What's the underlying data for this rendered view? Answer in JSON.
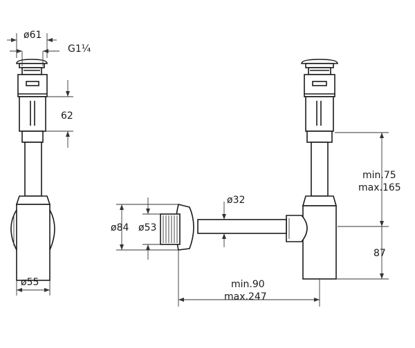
{
  "dimensions": {
    "side_top_diameter": "ø61",
    "thread": "G1¼",
    "height_upper": "62",
    "side_bottom_diameter": "ø55",
    "outlet_diameter": "ø32",
    "wall_flange_outer": "ø84",
    "wall_flange_inner": "ø53",
    "vertical_min": "min.75",
    "vertical_max": "max.165",
    "trap_height": "87",
    "horizontal_min": "min.90",
    "horizontal_max": "max.247"
  }
}
